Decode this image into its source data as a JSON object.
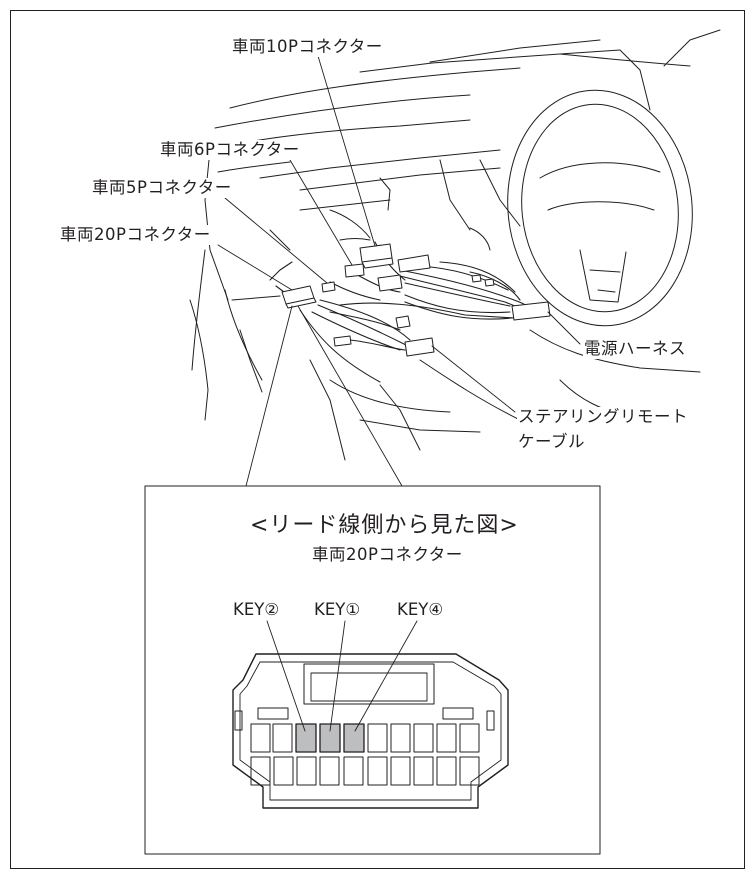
{
  "callouts": {
    "car_10p": "車両10Pコネクター",
    "car_6p": "車両6Pコネクター",
    "car_5p": "車両5Pコネクター",
    "car_20p": "車両20Pコネクター",
    "power_harness": "電源ハーネス",
    "steering_remote_line1": "ステアリングリモート",
    "steering_remote_line2": "ケーブル"
  },
  "inset": {
    "title": "<リード線側から見た図>",
    "subtitle": "車両20Pコネクター",
    "keys": [
      "KEY②",
      "KEY①",
      "KEY④"
    ],
    "colors": {
      "line": "#231f20",
      "highlight": "#bcbec0",
      "background": "#ffffff"
    }
  }
}
